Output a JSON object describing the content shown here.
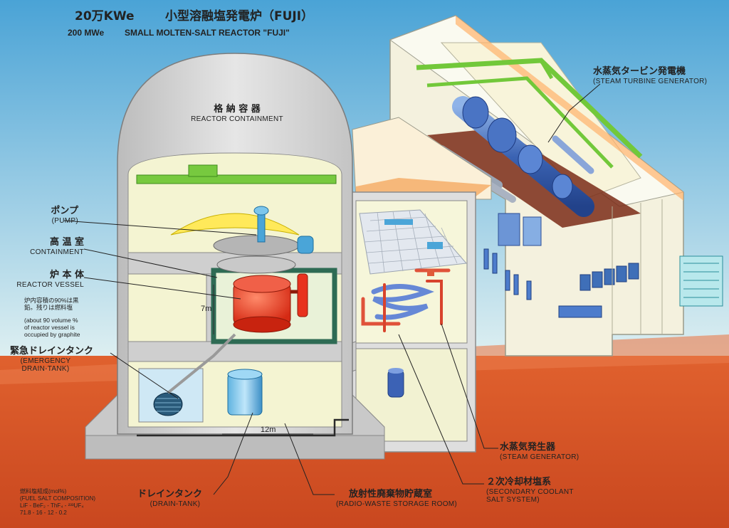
{
  "title": {
    "power_jp": "20万KWe",
    "name_jp": "小型溶融塩発電炉（FUJI）",
    "power_en": "200 MWe",
    "name_en": "SMALL MOLTEN-SALT REACTOR \"FUJI\""
  },
  "labels": {
    "reactor_containment": {
      "jp": "格 納 容 器",
      "en": "REACTOR CONTAINMENT"
    },
    "pump": {
      "jp": "ポンプ",
      "en": "(PUMP)"
    },
    "containment": {
      "jp": "高 温 室",
      "en": "CONTAINMENT"
    },
    "reactor_vessel": {
      "jp": "炉 本 体",
      "en": "REACTOR VESSEL"
    },
    "vessel_note_jp": "炉内容積の90%は黒鉛。残りは燃料塩",
    "vessel_note_en": "(about 90 volume % of reactor vessel is occupied by graphite",
    "emergency_drain_tank": {
      "jp": "緊急ドレインタンク",
      "en1": "(EMERGENCY",
      "en2": "DRAIN-TANK)"
    },
    "steam_turbine_generator": {
      "jp": "水蒸気タービン発電機",
      "en": "(STEAM TURBINE GENERATOR)"
    },
    "steam_generator": {
      "jp": "水蒸気発生器",
      "en": "(STEAM GENERATOR)"
    },
    "secondary_coolant": {
      "jp": "２次冷却材塩系",
      "en1": "(SECONDARY COOLANT",
      "en2": "SALT SYSTEM)"
    },
    "drain_tank": {
      "jp": "ドレインタンク",
      "en": "(DRAIN-TANK)"
    },
    "radio_waste": {
      "jp": "放射性廃棄物貯蔵室",
      "en": "(RADIO-WASTE STORAGE ROOM)"
    },
    "dim_height": "7m",
    "dim_width": "12m",
    "fuel_salt_jp": "燃料塩組成(mol%)",
    "fuel_salt_en": "(FUEL SALT COMPOSITION)",
    "fuel_salt_formula": "LiF - BeF₂ - ThF₄ - ²³³UF₄",
    "fuel_salt_values": "71.8 - 16 - 12 - 0.2"
  },
  "colors": {
    "sky_top": "#4aa3d6",
    "sky_bottom": "#d9eef3",
    "ground": "#d8552a",
    "containment_dome": "#d6d6d6",
    "interior": "#f3f3cf",
    "vessel": "#e8321e",
    "steel_blue": "#3f6fb8",
    "green_pipe": "#6dc23a"
  }
}
